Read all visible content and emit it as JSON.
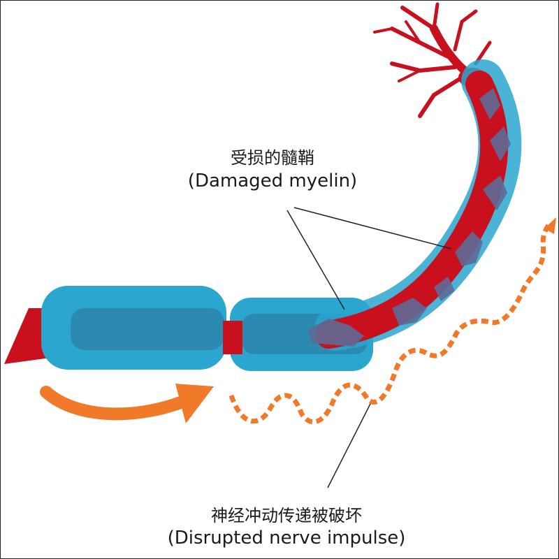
{
  "labels": {
    "damaged_myelin_zh": "受损的髓鞘",
    "damaged_myelin_en": "(Damaged myelin)",
    "disrupted_impulse_zh": "神经冲动传递被破坏",
    "disrupted_impulse_en": "(Disrupted nerve impulse)"
  },
  "colors": {
    "axon": "#c8101e",
    "myelin": "#2aa6cf",
    "myelin_dark": "#2d7fa5",
    "damage": "#5e6a95",
    "impulse": "#f07a2a",
    "leader": "#222222"
  }
}
